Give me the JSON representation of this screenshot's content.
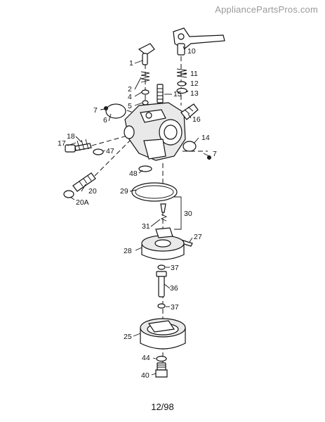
{
  "header": {
    "watermark": "AppliancePartsPros.com"
  },
  "footer": {
    "page_code": "12/98"
  },
  "callouts": [
    {
      "id": "c-1",
      "text": "1"
    },
    {
      "id": "c-2",
      "text": "2"
    },
    {
      "id": "c-4",
      "text": "4"
    },
    {
      "id": "c-5",
      "text": "5"
    },
    {
      "id": "c-6",
      "text": "6"
    },
    {
      "id": "c-7a",
      "text": "7"
    },
    {
      "id": "c-7b",
      "text": "7"
    },
    {
      "id": "c-10",
      "text": "10"
    },
    {
      "id": "c-11",
      "text": "11"
    },
    {
      "id": "c-12",
      "text": "12"
    },
    {
      "id": "c-13",
      "text": "13"
    },
    {
      "id": "c-14",
      "text": "14"
    },
    {
      "id": "c-15",
      "text": "15"
    },
    {
      "id": "c-16",
      "text": "16"
    },
    {
      "id": "c-17",
      "text": "17"
    },
    {
      "id": "c-18",
      "text": "18"
    },
    {
      "id": "c-20",
      "text": "20"
    },
    {
      "id": "c-20A",
      "text": "20A"
    },
    {
      "id": "c-25",
      "text": "25"
    },
    {
      "id": "c-27",
      "text": "27"
    },
    {
      "id": "c-28",
      "text": "28"
    },
    {
      "id": "c-29",
      "text": "29"
    },
    {
      "id": "c-30",
      "text": "30"
    },
    {
      "id": "c-31",
      "text": "31"
    },
    {
      "id": "c-36",
      "text": "36"
    },
    {
      "id": "c-37a",
      "text": "37"
    },
    {
      "id": "c-37b",
      "text": "37"
    },
    {
      "id": "c-40",
      "text": "40"
    },
    {
      "id": "c-44",
      "text": "44"
    },
    {
      "id": "c-47",
      "text": "47"
    },
    {
      "id": "c-48",
      "text": "48"
    }
  ]
}
